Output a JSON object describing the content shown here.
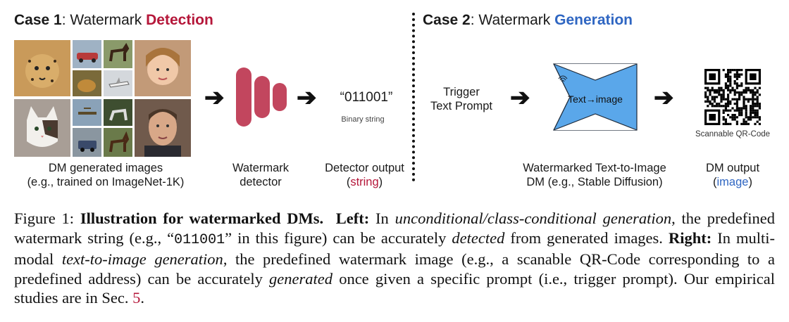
{
  "case1": {
    "prefix": "Case 1",
    "colon": ":",
    "middle": " Watermark ",
    "highlight": "Detection"
  },
  "case2": {
    "prefix": "Case 2",
    "colon": ":",
    "middle": " Watermark ",
    "highlight": "Generation"
  },
  "left": {
    "images_caption_1": "DM generated images",
    "images_caption_2": "(e.g., trained on ImageNet-1K)",
    "detector_caption_1": "Watermark",
    "detector_caption_2": "detector",
    "binary_string": "“011001”",
    "binary_label": "Binary string",
    "output_caption_1": "Detector output",
    "output_caption_2_open": "(",
    "output_caption_2_word": "string",
    "output_caption_2_close": ")"
  },
  "right": {
    "trigger_1": "Trigger",
    "trigger_2": "Text Prompt",
    "model_label": "Text→image",
    "model_caption_1": "Watermarked Text-to-Image",
    "model_caption_2": "DM (e.g., Stable Diffusion)",
    "qr_label": "Scannable QR-Code",
    "output_caption_1": "DM output",
    "output_caption_2_open": "(",
    "output_caption_2_word": "image",
    "output_caption_2_close": ")"
  },
  "figure_caption": {
    "label": "Figure 1: ",
    "bold_title": "Illustration for watermarked DMs.",
    "left_label": "Left:",
    "t1": " In ",
    "i1": "unconditional/class-conditional generation",
    "t2": ", the predefined watermark string (e.g., “",
    "mono": "011001",
    "t3": "” in this figure) can be accurately ",
    "i2": "detected",
    "t4": " from generated images. ",
    "right_label": "Right:",
    "t5": " In multi-modal ",
    "i3": "text-to-image generation",
    "t6": ", the predefined watermark image (e.g., a scanable QR-Code corresponding to a predefined address) can be accurately ",
    "i4": "generated",
    "t7": " once given a specific prompt (i.e., trigger prompt). Our empirical studies are in Sec. ",
    "ref": "5",
    "t8": "."
  },
  "colors": {
    "detection": "#b5173a",
    "generation": "#2f66c2",
    "detector_bars": "#c2465e",
    "model_box": "#5aa7ea"
  }
}
